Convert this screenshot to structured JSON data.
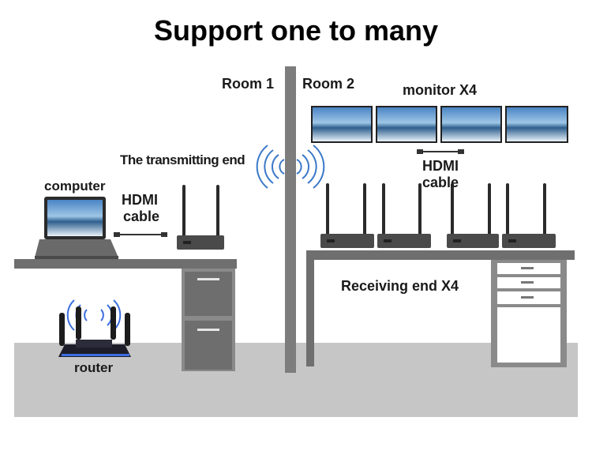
{
  "title": "Support one to many",
  "labels": {
    "room1": "Room 1",
    "room2": "Room 2",
    "monitors": "monitor X4",
    "transmitter": "The transmitting end",
    "computer": "computer",
    "hdmi_left_1": "HDMI",
    "hdmi_left_2": "cable",
    "hdmi_right_1": "HDMI",
    "hdmi_right_2": "cable",
    "receivers": "Receiving end X4",
    "router": "router"
  },
  "colors": {
    "floor": "#c6c6c6",
    "wall": "#7d7d7d",
    "desk": "#6f6f6f",
    "device": "#4a4a4a",
    "antenna": "#2a2a2a",
    "signal": "#3a78c8",
    "router_glow": "#3b6ee0"
  }
}
